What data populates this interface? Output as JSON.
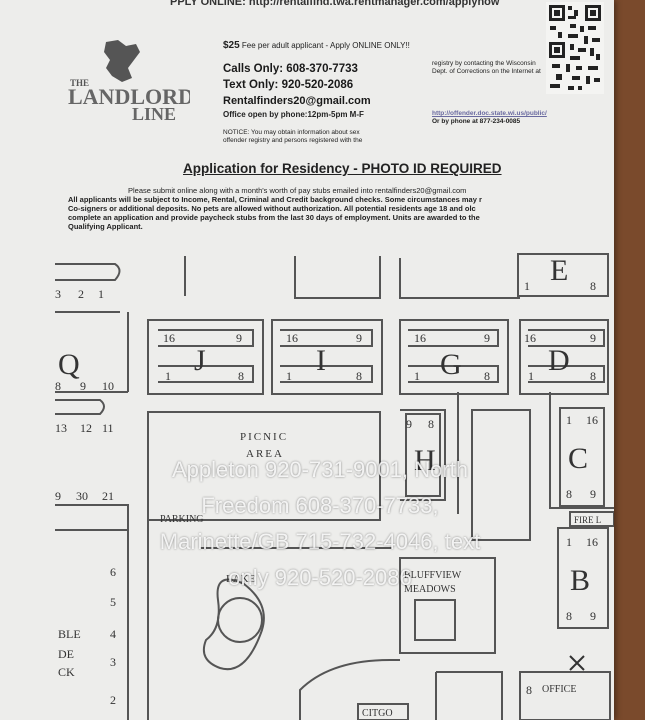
{
  "header": {
    "top_link": "PPLY ONLINE: http://rentalfind.twa.rentmanager.com/applynow",
    "fee_amount": "$25",
    "fee_text": "Fee per adult applicant - Apply ONLINE ONLY!!",
    "calls": "Calls Only: 608-370-7733",
    "texts": "Text Only: 920-520-2086",
    "email": "Rentalfinders20@gmail.com",
    "hours": "Office open by phone:12pm-5pm M-F",
    "notice_1": "NOTICE: You may obtain information about sex",
    "notice_2": "offender registry and persons registered with the",
    "registry": "registry by contacting the Wisconsin Dept. of Corrections on the Internet at",
    "offender_url": "http://offender.doc.state.wi.us/public/",
    "offender_phone": "Or by phone at 877-234-0085"
  },
  "logo": {
    "line1": "THE",
    "line2": "LANDLORD",
    "line3": "LINE"
  },
  "application": {
    "title": "Application for Residency - PHOTO ID REQUIRED",
    "intro_1": "Please submit online along with a month's worth of pay stubs emailed into rentalfinders20@gmail.com",
    "intro_2": "All applicants will be subject to Income, Rental, Criminal and Credit background checks. Some circumstances may r",
    "intro_3": "Co-signers or additional deposits. No pets are allowed without authorization. All potential residents age 18 and olc",
    "intro_4": "complete an application and provide paycheck stubs from the last 30 days of employment. Units are awarded to the",
    "intro_5": "Qualifying Applicant."
  },
  "map": {
    "buildings": [
      "J",
      "I",
      "G",
      "D",
      "E",
      "H",
      "C",
      "B",
      "Q"
    ],
    "picnic_1": "PICNIC",
    "picnic_2": "AREA",
    "parking": "PARKING",
    "lake": "LAKE",
    "bluffview_1": "BLUFFVIEW",
    "bluffview_2": "MEADOWS",
    "fire_lane": "FIRE L",
    "office": "OFFICE",
    "citgo": "CITGO",
    "side_1": "BLE",
    "side_2": "DE",
    "side_3": "CK"
  },
  "watermark": {
    "line1": "Appleton 920-731-9001, North",
    "line2": "Freedom 608-370-7733,",
    "line3": "Marinette/GB 715-732-4046, text",
    "line4": "only 920-520-2086"
  }
}
